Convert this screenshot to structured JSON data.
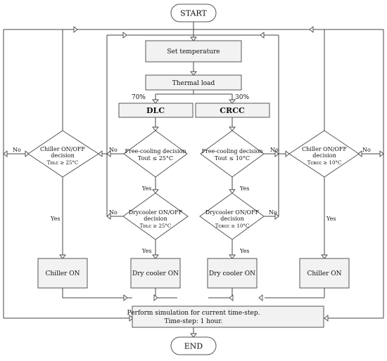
{
  "terminals": {
    "start": "START",
    "end": "END"
  },
  "boxes": {
    "set_temperature": "Set temperature",
    "thermal_load": "Thermal load",
    "dlc": "DLC",
    "crcc": "CRCC",
    "chiller_on_left": "Chiller ON",
    "dry_cooler_on_left": "Dry cooler ON",
    "dry_cooler_on_right": "Dry cooler ON",
    "chiller_on_right": "Chiller ON",
    "perform_line1": "Perform simulation for current time-step.",
    "perform_line2": "Time-step: 1 hour."
  },
  "split": {
    "left_pct": "70%",
    "right_pct": "30%"
  },
  "decisions": {
    "chiller_left": {
      "line1": "Chiller  ON/OFF",
      "line2": "decision",
      "cond": "Tᴅʟᴄ ≥ 25°C"
    },
    "free_left": {
      "line1": "Free-cooling decision",
      "cond": "Tout ≤ 25°C"
    },
    "dry_left": {
      "line1": "Drycooler ON/OFF",
      "line2": "decision",
      "cond": "Tᴅʟᴄ ≥ 25°C"
    },
    "free_right": {
      "line1": "Free-cooling decision",
      "cond": "Tout ≤ 10°C"
    },
    "dry_right": {
      "line1": "Drycooler ON/OFF",
      "line2": "decision",
      "cond": "Tᴄʀᴄᴄ ≥ 10°C"
    },
    "chiller_right": {
      "line1": "Chiller  ON/OFF",
      "line2": "decision",
      "cond": "Tᴄʀᴄᴄ ≥ 10°C"
    }
  },
  "labels": {
    "yes": "Yes",
    "no": "No"
  }
}
